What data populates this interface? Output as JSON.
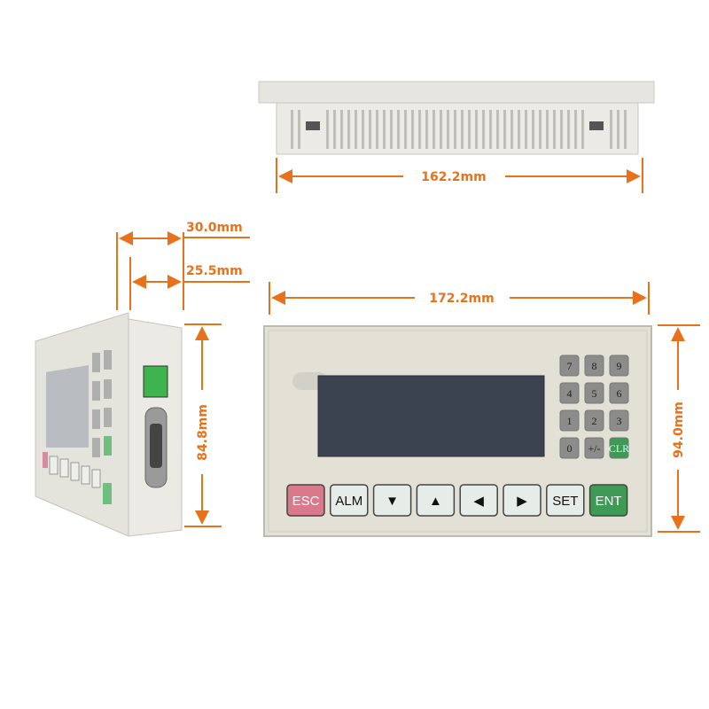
{
  "colors": {
    "dimension": "#e8721c",
    "panel": "#e3e1d6",
    "screen": "#3b4350",
    "esc": "#d97a8c",
    "ent": "#3f9a55",
    "numkey": "#8c8c8a",
    "connector": "#3fb44e"
  },
  "dimensions": {
    "top_width": "162.2mm",
    "front_width": "172.2mm",
    "front_height": "94.0mm",
    "side_height": "84.8mm",
    "total_depth": "30.0mm",
    "body_depth": "25.5mm"
  },
  "keypad": {
    "numeric": [
      "7",
      "8",
      "9",
      "4",
      "5",
      "6",
      "1",
      "2",
      "3",
      "0",
      "+/-",
      "CLR"
    ],
    "function": [
      "ESC",
      "ALM",
      "▼",
      "▲",
      "◀",
      "▶",
      "SET",
      "ENT"
    ]
  }
}
